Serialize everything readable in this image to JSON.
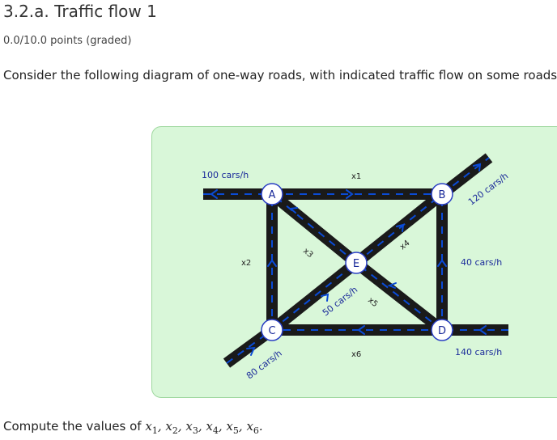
{
  "header": {
    "title": "3.2.a. Traffic flow 1",
    "points": "0.0/10.0 points (graded)"
  },
  "prompt": "Consider the following diagram of one-way roads, with indicated traffic flow on some roads.",
  "diagram": {
    "nodes": {
      "A": "A",
      "B": "B",
      "C": "C",
      "D": "D",
      "E": "E"
    },
    "flows": {
      "in_A": "100 cars/h",
      "out_B": "120 cars/h",
      "in_D_B": "40 cars/h",
      "in_D": "140 cars/h",
      "in_C": "80 cars/h",
      "C_E": "50 cars/h"
    },
    "variables": {
      "x1": "x1",
      "x2": "x2",
      "x3": "x3",
      "x4": "x4",
      "x5": "x5",
      "x6": "x6"
    },
    "colors": {
      "road": "#1a1a1a",
      "dash": "#0a4bd6",
      "node_border": "#2a3fc4",
      "panel": "#d9f7d9"
    }
  },
  "question": {
    "prefix": "Compute the values of",
    "vars": [
      "x",
      "x",
      "x",
      "x",
      "x",
      "x"
    ],
    "subs": [
      "1",
      "2",
      "3",
      "4",
      "5",
      "6"
    ],
    "suffix": "."
  }
}
